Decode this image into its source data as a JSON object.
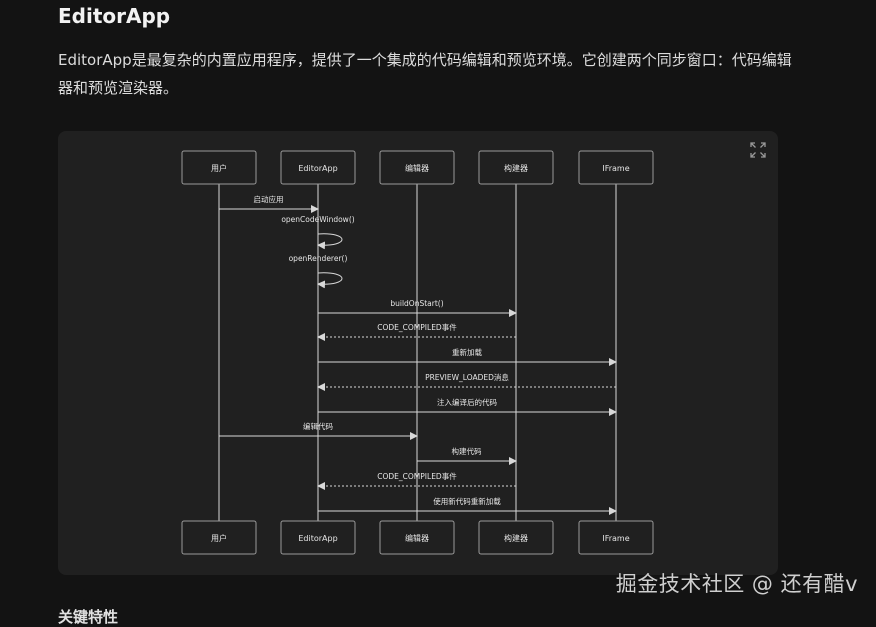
{
  "section": {
    "heading": "EditorApp",
    "paragraph": "EditorApp是最复杂的内置应用程序，提供了一个集成的代码编辑和预览环境。它创建两个同步窗口：代码编辑器和预览渲染器。",
    "next_heading": "关键特性"
  },
  "diagram": {
    "participants": [
      "用户",
      "EditorApp",
      "编辑器",
      "构建器",
      "IFrame"
    ],
    "messages": [
      {
        "from": 0,
        "to": 1,
        "label": "启动应用",
        "style": "solid"
      },
      {
        "from": 1,
        "to": 1,
        "label": "openCodeWindow()",
        "style": "self"
      },
      {
        "from": 1,
        "to": 1,
        "label": "openRenderer()",
        "style": "self"
      },
      {
        "from": 1,
        "to": 3,
        "label": "buildOnStart()",
        "style": "solid"
      },
      {
        "from": 3,
        "to": 1,
        "label": "CODE_COMPILED事件",
        "style": "dashed"
      },
      {
        "from": 1,
        "to": 4,
        "label": "重新加载",
        "style": "solid"
      },
      {
        "from": 4,
        "to": 1,
        "label": "PREVIEW_LOADED消息",
        "style": "dashed"
      },
      {
        "from": 1,
        "to": 4,
        "label": "注入编译后的代码",
        "style": "solid"
      },
      {
        "from": 0,
        "to": 2,
        "label": "编辑代码",
        "style": "solid"
      },
      {
        "from": 2,
        "to": 3,
        "label": "构建代码",
        "style": "solid"
      },
      {
        "from": 3,
        "to": 1,
        "label": "CODE_COMPILED事件",
        "style": "dashed"
      },
      {
        "from": 1,
        "to": 4,
        "label": "使用新代码重新加载",
        "style": "solid"
      }
    ],
    "colors": {
      "line": "#d8d8d8",
      "box_border": "#9a9a9a",
      "box_fill": "#202020"
    },
    "icons": {
      "expand": "expand-icon"
    }
  },
  "watermark": "掘金技术社区 @ 还有醋v"
}
